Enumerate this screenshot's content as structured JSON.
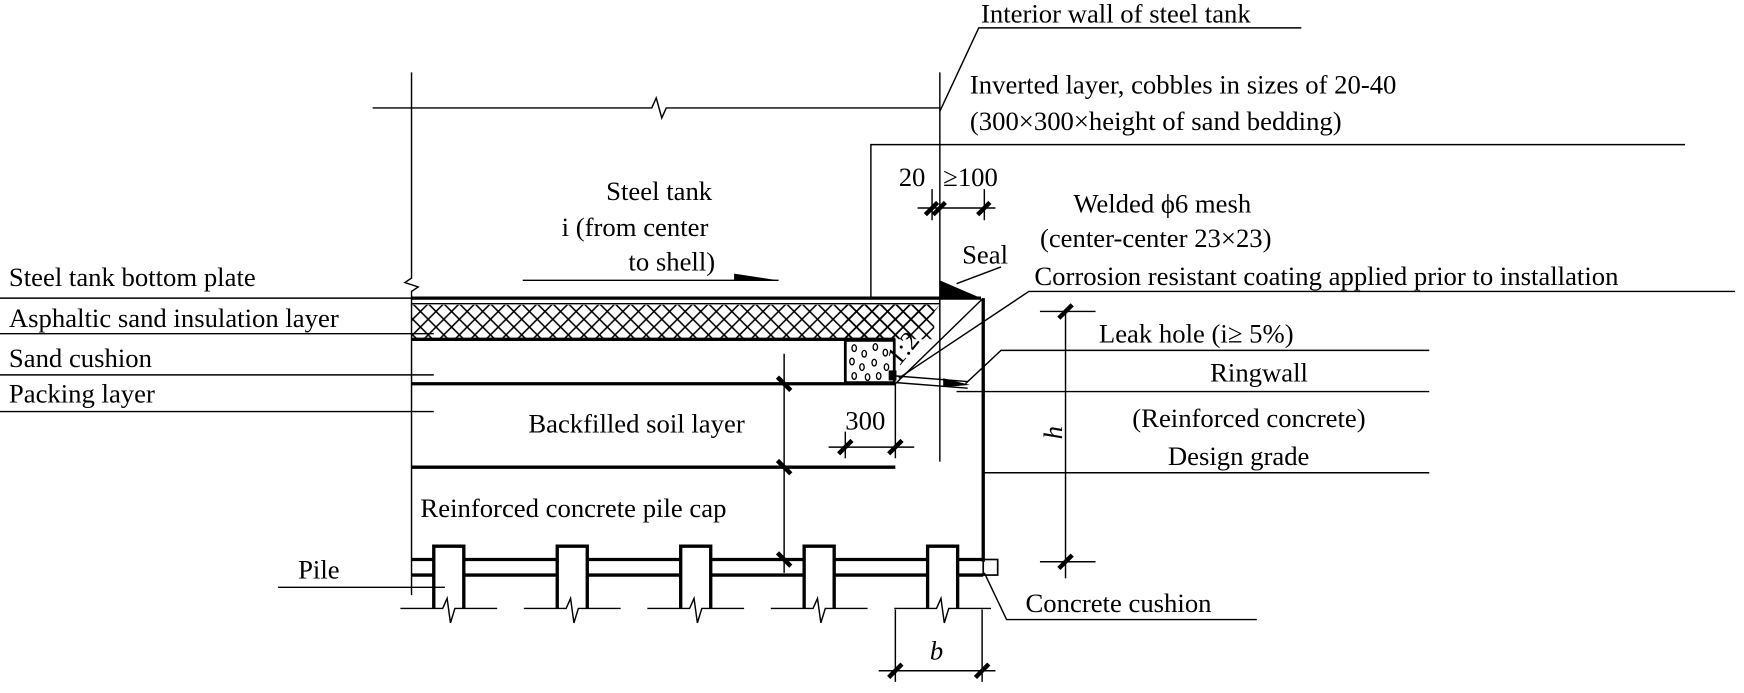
{
  "labels": {
    "interior_wall": "Interior wall of steel tank",
    "inverted_layer_1": "Inverted layer, cobbles in sizes of 20-40",
    "inverted_layer_2": "(300×300×height of sand bedding)",
    "dim_20": "20",
    "dim_100": "≥100",
    "steel_tank_1": "Steel tank",
    "steel_tank_2": "i (from center",
    "steel_tank_3": "to shell)",
    "welded_mesh_1": "Welded ϕ6 mesh",
    "welded_mesh_2": "(center-center 23×23)",
    "seal": "Seal",
    "corrosion": "Corrosion resistant coating applied prior to installation",
    "bottom_plate": "Steel tank bottom plate",
    "asphaltic": "Asphaltic sand insulation layer",
    "sand_cushion": "Sand cushion",
    "packing": "Packing layer",
    "slope": "1:2",
    "leak_hole": "Leak hole (i≥ 5%)",
    "ringwall": "Ringwall",
    "ringwall_material": "(Reinforced concrete)",
    "backfilled": "Backfilled soil layer",
    "dim_300": "300",
    "design_grade": "Design grade",
    "dim_h": "h",
    "pile_cap": "Reinforced concrete pile cap",
    "pile": "Pile",
    "concrete_cushion": "Concrete cushion",
    "dim_b": "b"
  }
}
